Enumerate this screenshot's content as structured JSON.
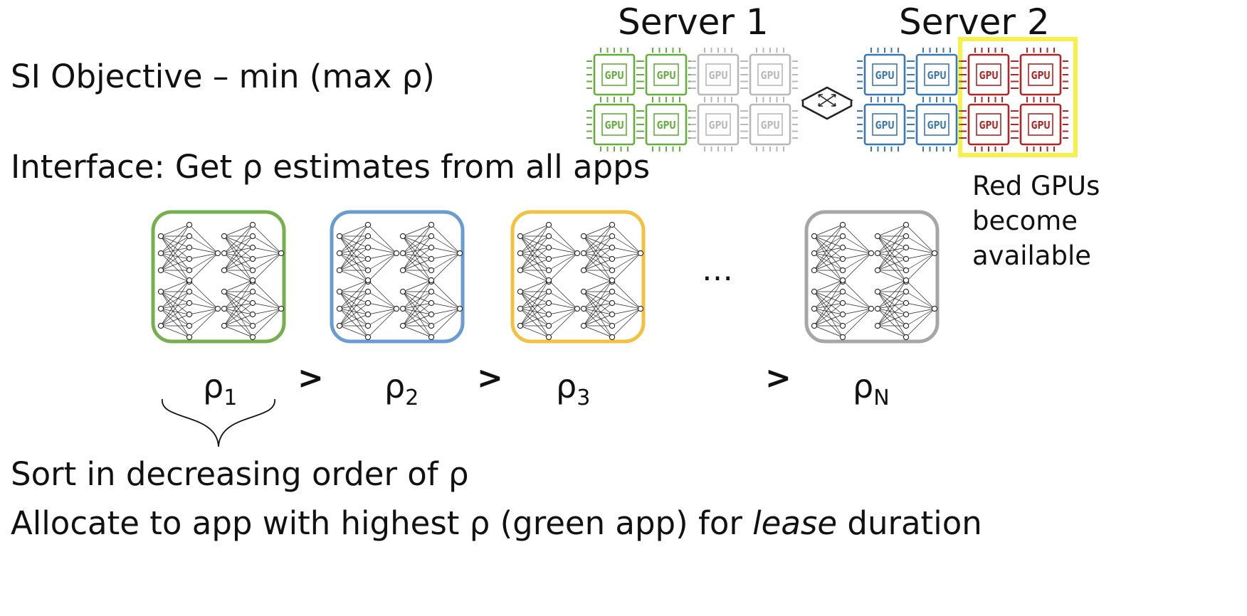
{
  "objective": "SI Objective – min (max ρ)",
  "interface": "Interface: Get ρ estimates from all apps",
  "servers": [
    {
      "label": "Server 1",
      "gpus": [
        {
          "label": "GPU",
          "color": "#64ad3f"
        },
        {
          "label": "GPU",
          "color": "#64ad3f"
        },
        {
          "label": "GPU",
          "color": "#b8b8b8"
        },
        {
          "label": "GPU",
          "color": "#b8b8b8"
        },
        {
          "label": "GPU",
          "color": "#64ad3f"
        },
        {
          "label": "GPU",
          "color": "#64ad3f"
        },
        {
          "label": "GPU",
          "color": "#b8b8b8"
        },
        {
          "label": "GPU",
          "color": "#b8b8b8"
        }
      ]
    },
    {
      "label": "Server 2",
      "gpus": [
        {
          "label": "GPU",
          "color": "#3b78b0"
        },
        {
          "label": "GPU",
          "color": "#3b78b0"
        },
        {
          "label": "GPU",
          "color": "#b02525"
        },
        {
          "label": "GPU",
          "color": "#b02525"
        },
        {
          "label": "GPU",
          "color": "#3b78b0"
        },
        {
          "label": "GPU",
          "color": "#3b78b0"
        },
        {
          "label": "GPU",
          "color": "#b02525"
        },
        {
          "label": "GPU",
          "color": "#b02525"
        }
      ]
    }
  ],
  "highlight_color": "#f5f04a",
  "red_gpus_note": "Red GPUs become available",
  "apps": [
    {
      "color": "#76b04e",
      "rho": "ρ",
      "sub": "1"
    },
    {
      "color": "#6b9bd3",
      "rho": "ρ",
      "sub": "2"
    },
    {
      "color": "#f3c040",
      "rho": "ρ",
      "sub": "3"
    },
    {
      "color": "#a6a6a6",
      "rho": "ρ",
      "sub": "N"
    }
  ],
  "comparator": ">",
  "ellipsis": "…",
  "sort_text": "Sort in decreasing order of ρ",
  "allocate": {
    "before": "Allocate to app with highest ρ (green app) for ",
    "italic": "lease",
    "after": " duration"
  }
}
